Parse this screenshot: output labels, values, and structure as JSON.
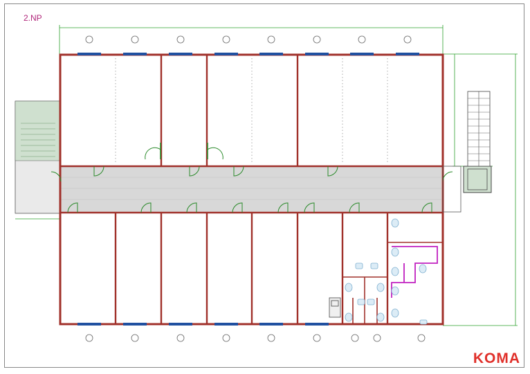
{
  "sheet": {
    "title": "2.NP",
    "brand": "KOMA"
  },
  "colors": {
    "wall": "#a0302a",
    "wall_fill": "#c85a4a",
    "corridor": "#d8d8d8",
    "dimension": "#2ea02e",
    "door": "#2a8a2a",
    "fixture": "#7fb0d0",
    "partition": "#c020c0",
    "stair_fill": "#cfe0cf",
    "radiator": "#2050a0"
  },
  "plan": {
    "upper_rooms": 8,
    "lower_rooms": 6,
    "sanitary_rooms": 2,
    "icons": [
      "door-swing-icon",
      "window-icon",
      "toilet-icon",
      "washbasin-icon",
      "staircase-icon",
      "kitchenette-icon"
    ]
  }
}
